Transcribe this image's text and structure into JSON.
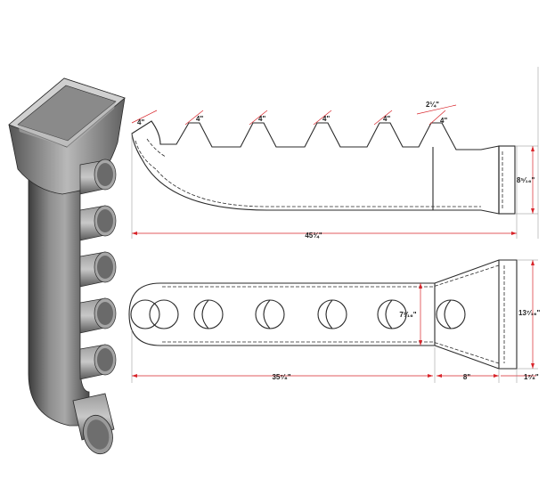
{
  "dimensions": {
    "top_view": {
      "spacing": [
        "4\"",
        "4\"",
        "4\"",
        "4\"",
        "4\"",
        "4\""
      ],
      "extra_spacing": "2¼\"",
      "overall_length": "45¾\"",
      "outlet_height": "8⁵⁄₁₆\""
    },
    "bottom_view": {
      "body_length": "35⁷⁄₈\"",
      "taper_length": "8\"",
      "flange_length": "1⁷⁄₈\"",
      "body_width": "7³⁄₁₆\"",
      "outlet_width": "13⁷⁄₁₆\""
    }
  },
  "colors": {
    "dimension": "#d8242a",
    "outline": "#2a2a2a",
    "metal_dark": "#4a4a4a",
    "metal_light": "#b4b4b4"
  }
}
